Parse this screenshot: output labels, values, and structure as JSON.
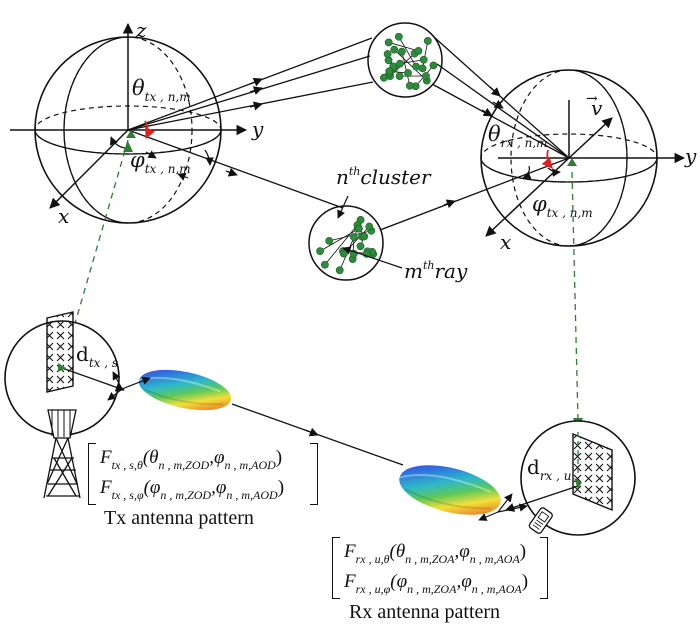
{
  "labels": {
    "tx_axis_z": "z",
    "tx_axis_y": "y",
    "tx_axis_x": "x",
    "tx_theta_sym": "θ",
    "tx_theta_sub": "tx , n,m",
    "tx_phi_sym": "φ",
    "tx_phi_sub": "tx , n,m",
    "rx_axis_y": "y",
    "rx_axis_x": "x",
    "rx_velocity": "v",
    "rx_theta_sym": "θ",
    "rx_theta_sub": "rx , n,m",
    "rx_phi_sym": "φ",
    "rx_phi_sub": "tx , n,m",
    "cluster_n": "n",
    "cluster_sup": "th",
    "cluster_word": "cluster",
    "ray_m": "m",
    "ray_sup": "th",
    "ray_word": "ray",
    "tx_element_d": "d",
    "tx_element_sub": "tx , s",
    "rx_element_d": "d",
    "rx_element_sub": "rx , u"
  },
  "tx_pattern": {
    "row1_F": "F",
    "row1_Fsub": "tx , s,θ",
    "row1_args": "(θ",
    "row1_arg1sub": "n , m,ZOD",
    "row1_comma": ",φ",
    "row1_arg2sub": "n , m,AOD",
    "row1_close": ")",
    "row2_F": "F",
    "row2_Fsub": "tx , s,φ",
    "row2_args": "(φ",
    "row2_arg1sub": "n , m,ZOD",
    "row2_comma": ",φ",
    "row2_arg2sub": "n , m,AOD",
    "row2_close": ")",
    "caption": "Tx antenna pattern"
  },
  "rx_pattern": {
    "row1_F": "F",
    "row1_Fsub": "rx , u,θ",
    "row1_args": "(θ",
    "row1_arg1sub": "n , m,ZOA",
    "row1_comma": ",φ",
    "row1_arg2sub": "n , m,AOA",
    "row1_close": ")",
    "row2_F": "F",
    "row2_Fsub": "rx , u,φ",
    "row2_args": "(φ",
    "row2_arg1sub": "n , m,ZOA",
    "row2_comma": ",φ",
    "row2_arg2sub": "n , m,AOA",
    "row2_close": ")",
    "caption": "Rx antenna pattern"
  },
  "colors": {
    "line": "#111111",
    "cluster_dot": "#2e8b3e",
    "dashed_link": "#2e7d32",
    "angle_arc": "#e02020"
  },
  "icons": [
    "tx-tower-icon",
    "mobile-phone-icon",
    "antenna-array-icon"
  ]
}
